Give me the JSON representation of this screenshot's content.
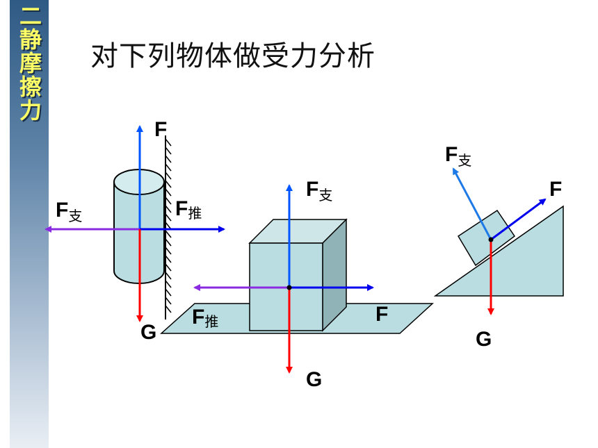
{
  "sidebar": {
    "section_title": "二静摩擦力"
  },
  "slide": {
    "title": "对下列物体做受力分析"
  },
  "labels": {
    "cyl_F": "F",
    "cyl_F_support": "F",
    "cyl_F_support_sub": "支",
    "cyl_F_push": "F",
    "cyl_F_push_sub": "推",
    "cyl_G": "G",
    "box_F_support": "F",
    "box_F_support_sub": "支",
    "box_F_push": "F",
    "box_F_push_sub": "推",
    "box_F": "F",
    "box_G": "G",
    "incline_F_support": "F",
    "incline_F_support_sub": "支",
    "incline_F": "F",
    "incline_G": "G"
  },
  "colors": {
    "object_fill": "#b9dde0",
    "object_side": "#8fb3b6",
    "support_arrow": "#0055ff",
    "push_arrow": "#8a2be2",
    "gravity_arrow": "#ff0000",
    "applied_arrow": "#0000ee",
    "incline_support_arrow": "#1e7ae6"
  }
}
